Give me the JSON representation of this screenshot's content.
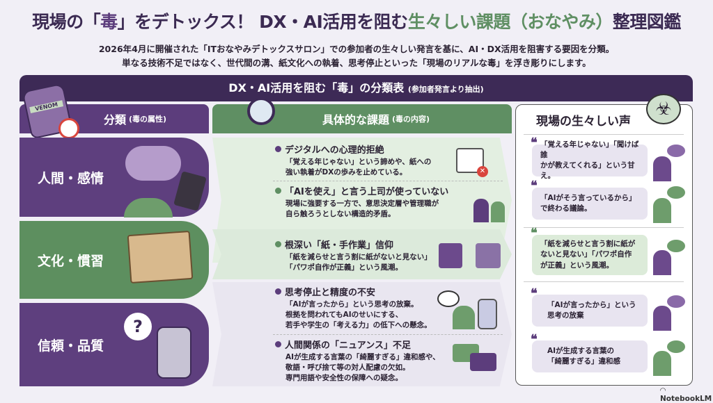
{
  "title": {
    "part1": "現場の「",
    "highlight": "毒",
    "part2": "」をデトックス！ DX・AI活用を阻む",
    "green": "生々しい課題（おなやみ）",
    "part3": "整理図鑑"
  },
  "subtitle": [
    "2026年4月に開催された「ITおなやみデトックスサロン」での参加者の生々しい発言を基に、AI・DX活用を阻害する要因を分類。",
    "単なる技術不足ではなく、世代間の溝、紙文化への執着、思考停止といった「現場のリアルな毒」を浮き彫りにします。"
  ],
  "banner": {
    "title": "DX・AI活用を阻む「毒」の分類表",
    "note": "(参加者発言より抽出)"
  },
  "columns": {
    "category": "分類",
    "category_note": "(毒の属性)",
    "issues": "具体的な課題",
    "issues_note": "(毒の内容)",
    "voices": "現場の生々しい声"
  },
  "bottle_label": "VENOM",
  "categories": [
    "人間・感情",
    "文化・慣習",
    "信頼・品質"
  ],
  "issues": [
    {
      "title": "デジタルへの心理的拒絶",
      "text": [
        "「覚える年じゃない」という諦めや、紙への",
        "強い執着がDXの歩みを止めている。"
      ]
    },
    {
      "title": "「AIを使え」と言う上司が使っていない",
      "text": [
        "現場に強要する一方で、意思決定層や管理職が",
        "自ら触ろうとしない構造的矛盾。"
      ]
    },
    {
      "title": "根深い「紙・手作業」信仰",
      "text": [
        "「紙を減らせと言う割に紙がないと見ない」",
        "「パワポ自作が正義」という風潮。"
      ]
    },
    {
      "title": "思考停止と精度の不安",
      "text": [
        "「AIが言ったから」という思考の放棄。",
        "根拠を問われてもAIのせいにする、",
        "若手や学生の「考える力」の低下への懸念。"
      ]
    },
    {
      "title": "人間関係の「ニュアンス」不足",
      "text": [
        "AIが生成する言葉の「綺麗すぎる」違和感や、",
        "敬語・呼び捨て等の対人配慮の欠如。",
        "専門用語や安全性の保障への疑念。"
      ]
    }
  ],
  "voices": [
    [
      "「覚える年じゃない」「聞けば誰",
      "かが教えてくれる」という甘え。"
    ],
    [
      "「AIがそう言っているから」",
      "で終わる議論。"
    ],
    [
      "「紙を減らせと言う割に紙が",
      "ないと見ない」「パワポ自作",
      "が正義」という風潮。"
    ],
    [
      "「AIが言ったから」という",
      "思考の放棄"
    ],
    [
      "AIが生成する言葉の",
      "「綺麗すぎる」違和感"
    ]
  ],
  "brand": "NotebookLM",
  "colors": {
    "purple": "#5c3d7c",
    "green": "#5f8f63",
    "dark": "#3d2a56"
  }
}
